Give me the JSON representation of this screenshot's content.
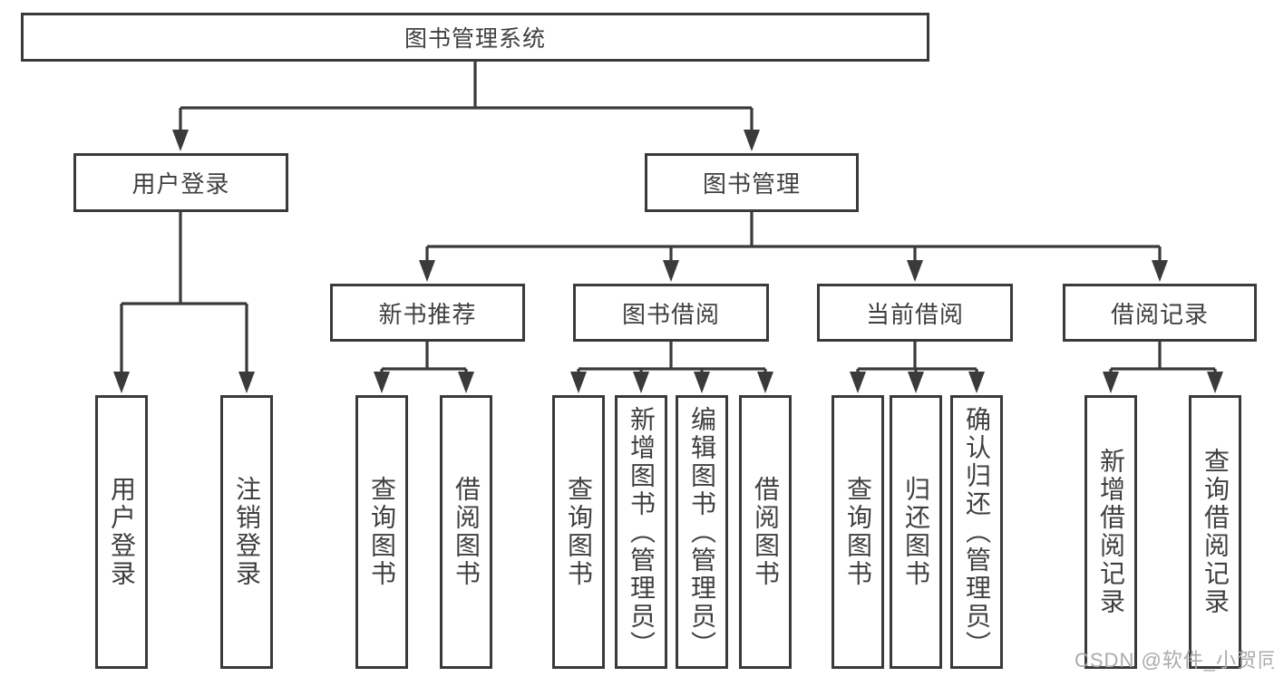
{
  "tree": {
    "label": "图书管理系统",
    "children": [
      {
        "label": "用户登录",
        "children": [
          {
            "label": "用户登录"
          },
          {
            "label": "注销登录"
          }
        ]
      },
      {
        "label": "图书管理",
        "children": [
          {
            "label": "新书推荐",
            "children": [
              {
                "label": "查询图书"
              },
              {
                "label": "借阅图书"
              }
            ]
          },
          {
            "label": "图书借阅",
            "children": [
              {
                "label": "查询图书"
              },
              {
                "label": "新增图书（管理员）"
              },
              {
                "label": "编辑图书（管理员）"
              },
              {
                "label": "借阅图书"
              }
            ]
          },
          {
            "label": "当前借阅",
            "children": [
              {
                "label": "查询图书"
              },
              {
                "label": "归还图书"
              },
              {
                "label": "确认归还（管理员）"
              }
            ]
          },
          {
            "label": "借阅记录",
            "children": [
              {
                "label": "新增借阅记录"
              },
              {
                "label": "查询借阅记录"
              }
            ]
          }
        ]
      }
    ]
  },
  "watermark": {
    "text": "CSDN @软件_小贺同学"
  },
  "colors": {
    "line": "#3a3a3a",
    "text": "#3f3f3f",
    "watermark": "#ababab",
    "background": "#ffffff"
  }
}
